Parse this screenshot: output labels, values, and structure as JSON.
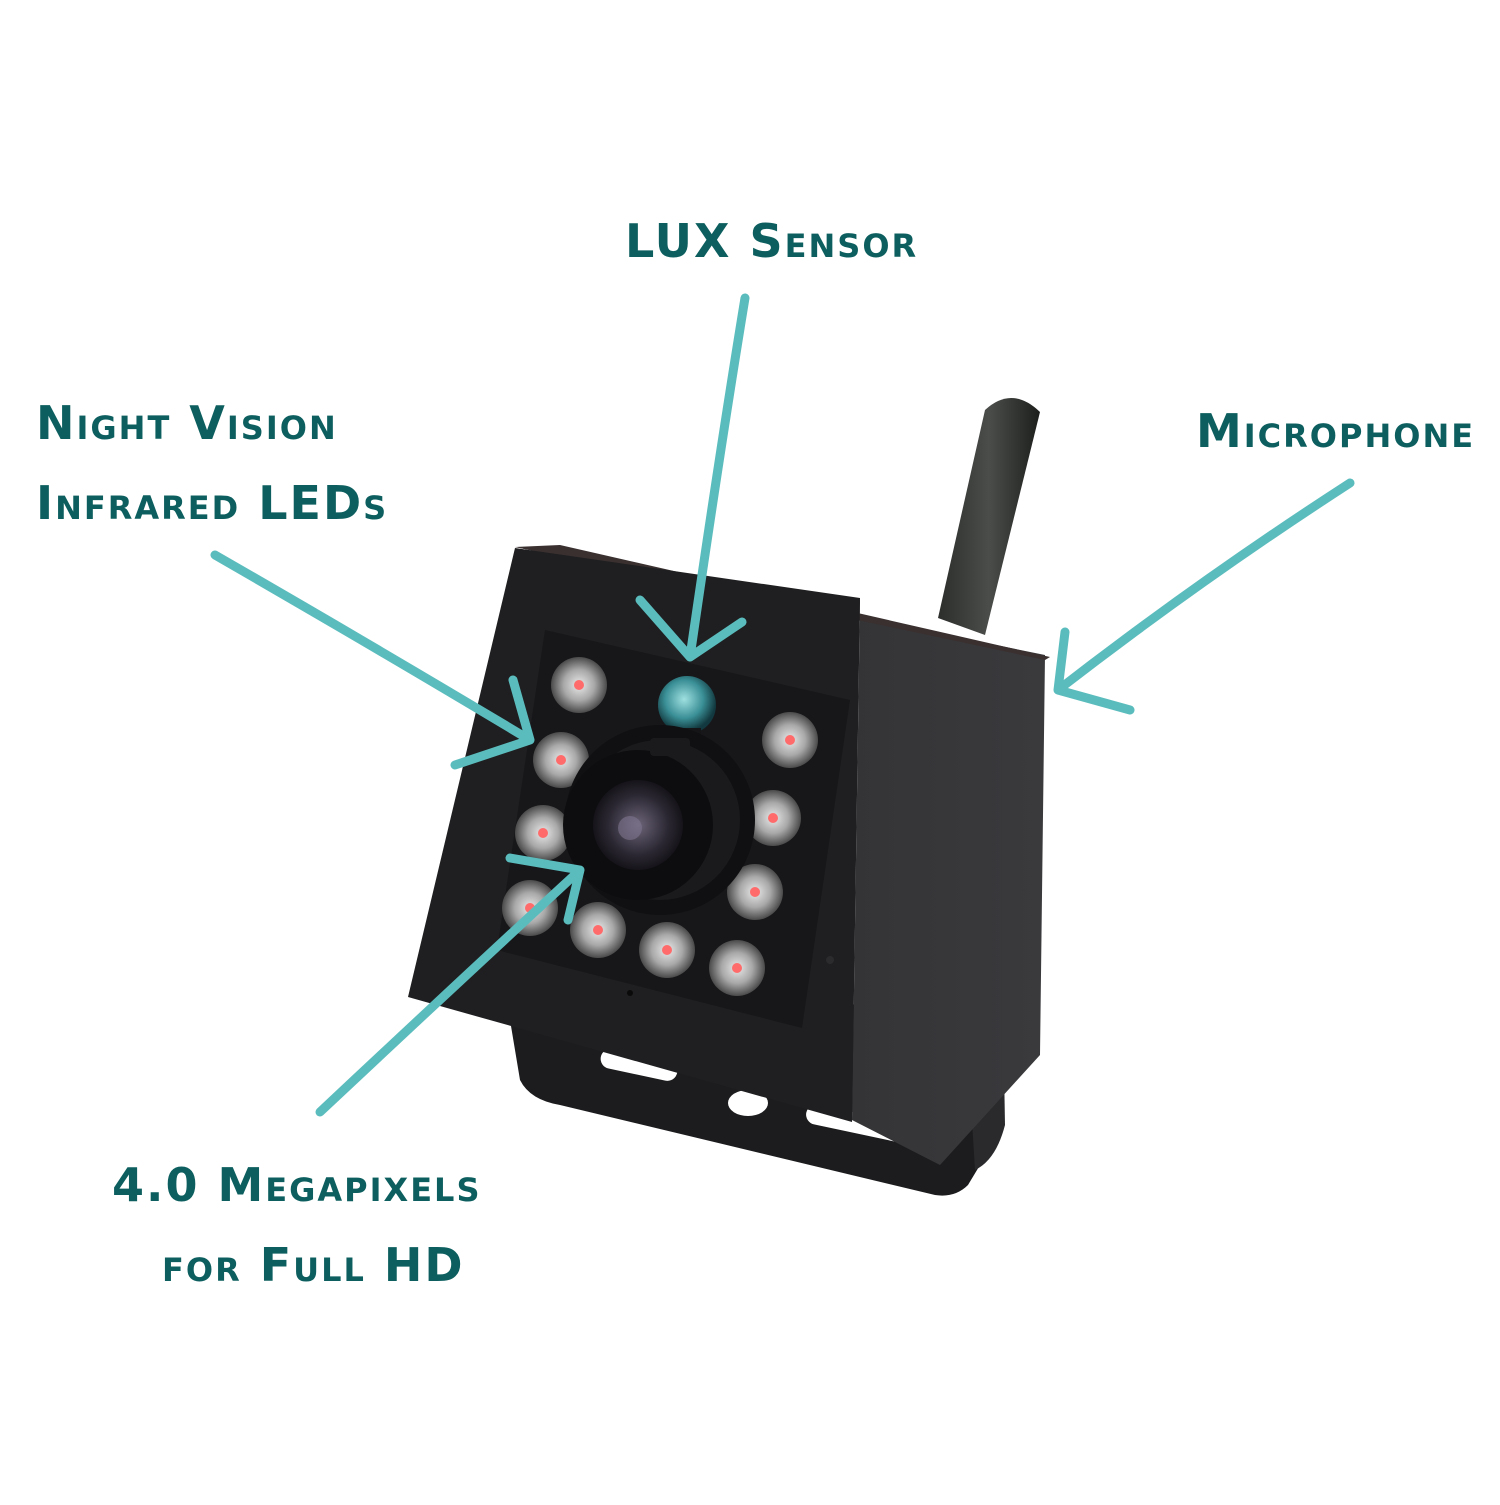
{
  "callouts": {
    "lux": "LUX Sensor",
    "night_vision": [
      "Night Vision",
      "Infrared LEDs"
    ],
    "microphone": "Microphone",
    "megapixels": [
      "4.0 Megapixels",
      "for Full HD"
    ]
  },
  "colors": {
    "label": "#0d5f5f",
    "arrow": "#5bbcbd",
    "camera_body": "#1f1f21",
    "background": "#ffffff"
  }
}
